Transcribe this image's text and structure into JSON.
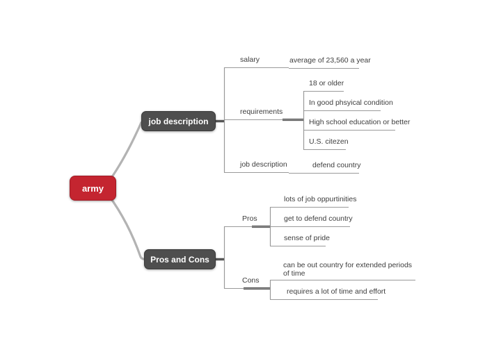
{
  "mindmap": {
    "root": {
      "label": "army"
    },
    "branches": [
      {
        "label": "job description",
        "children": [
          {
            "label": "salary",
            "children": [
              {
                "label": "average of 23,560 a year"
              }
            ]
          },
          {
            "label": "requirements",
            "children": [
              {
                "label": "18 or older"
              },
              {
                "label": "In good phsyical condition"
              },
              {
                "label": "High school education or better"
              },
              {
                "label": "U.S. citezen"
              }
            ]
          },
          {
            "label": "job description",
            "children": [
              {
                "label": "defend country"
              }
            ]
          }
        ]
      },
      {
        "label": "Pros and Cons",
        "children": [
          {
            "label": "Pros",
            "children": [
              {
                "label": "lots of job oppurtinities"
              },
              {
                "label": "get to defend country"
              },
              {
                "label": "sense of pride"
              }
            ]
          },
          {
            "label": "Cons",
            "children": [
              {
                "label": "can be out country for extended periods of time"
              },
              {
                "label": "requires a lot of time and effort"
              }
            ]
          }
        ]
      }
    ],
    "colors": {
      "root_node": "#c42530",
      "branch_node": "#4e4e4e",
      "connector_curve": "#b3b3b3",
      "connector_rail": "#999999",
      "connector_stub": "#5a5a5a",
      "leaf_text": "#3d3d3d"
    }
  }
}
